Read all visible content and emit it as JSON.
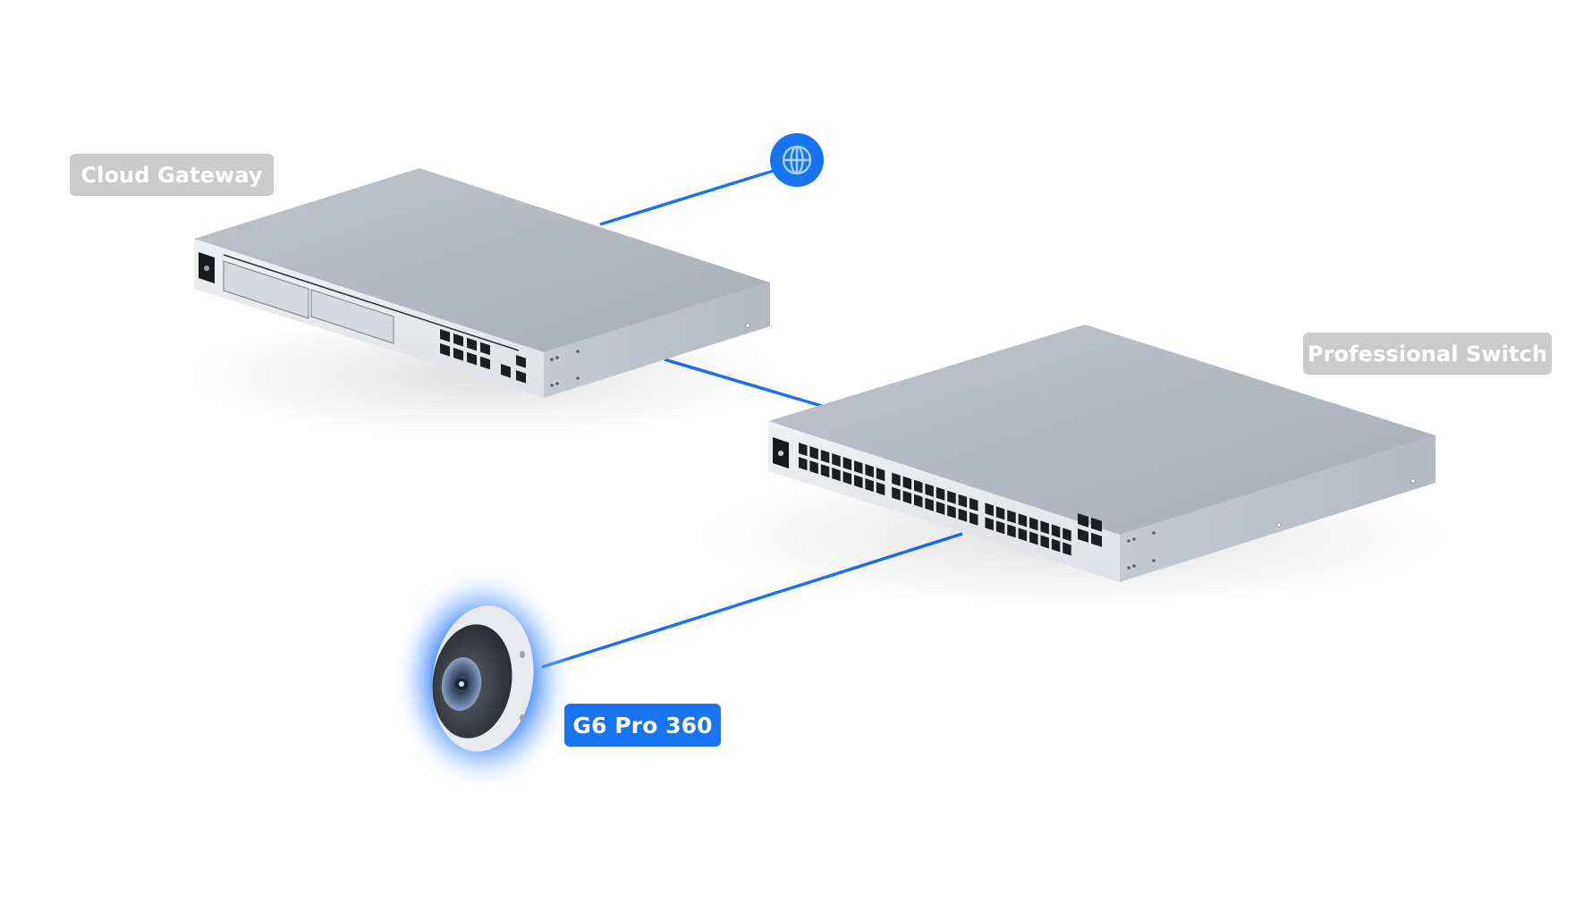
{
  "diagram": {
    "title": "Network topology",
    "accent_color": "#1873f0",
    "nodes": [
      {
        "id": "internet",
        "type": "internet",
        "icon": "globe-icon"
      },
      {
        "id": "gateway",
        "label": "Cloud Gateway",
        "state": "muted",
        "ports": {
          "rj45": 8,
          "wan_rj45": 1,
          "sfp": 2
        },
        "drive_bays": 2
      },
      {
        "id": "switch",
        "label": "Professional Switch",
        "state": "muted",
        "ports": {
          "rj45": 48,
          "sfp": 4
        }
      },
      {
        "id": "camera",
        "label": "G6 Pro 360",
        "state": "highlighted"
      }
    ],
    "edges": [
      {
        "from": "gateway",
        "to": "internet"
      },
      {
        "from": "gateway",
        "to": "switch"
      },
      {
        "from": "switch",
        "to": "camera"
      }
    ]
  },
  "labels": {
    "gateway": "Cloud Gateway",
    "switch": "Professional Switch",
    "camera": "G6 Pro 360"
  }
}
